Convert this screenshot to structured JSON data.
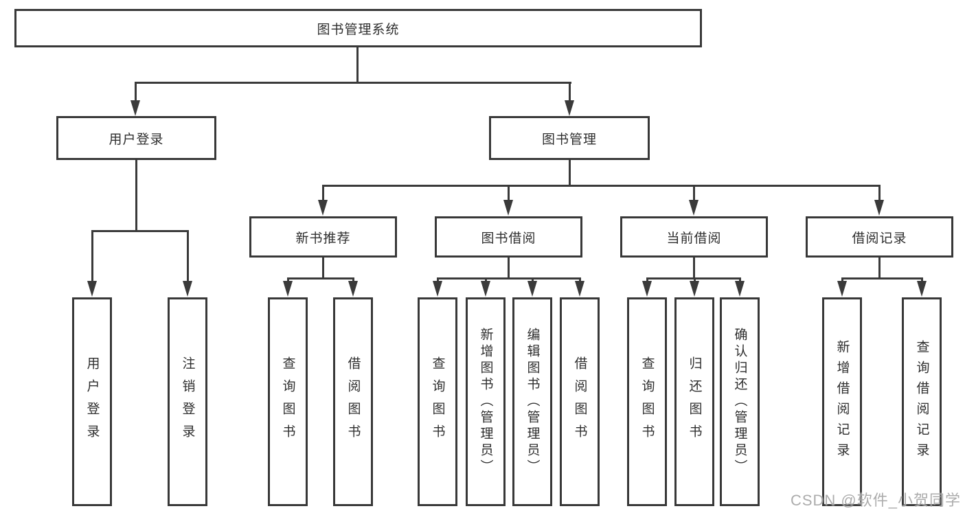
{
  "tree": {
    "label": "图书管理系统",
    "children": [
      {
        "label": "用户登录",
        "children": [
          {
            "label": "用户登录"
          },
          {
            "label": "注销登录"
          }
        ]
      },
      {
        "label": "图书管理",
        "children": [
          {
            "label": "新书推荐",
            "children": [
              {
                "label": "查询图书"
              },
              {
                "label": "借阅图书"
              }
            ]
          },
          {
            "label": "图书借阅",
            "children": [
              {
                "label": "查询图书"
              },
              {
                "label": "新增图书（管理员）"
              },
              {
                "label": "编辑图书（管理员）"
              },
              {
                "label": "借阅图书"
              }
            ]
          },
          {
            "label": "当前借阅",
            "children": [
              {
                "label": "查询图书"
              },
              {
                "label": "归还图书"
              },
              {
                "label": "确认归还（管理员）"
              }
            ]
          },
          {
            "label": "借阅记录",
            "children": [
              {
                "label": "新增借阅记录"
              },
              {
                "label": "查询借阅记录"
              }
            ]
          }
        ]
      }
    ]
  },
  "watermark": {
    "text": "CSDN @软件_小贺同学"
  },
  "colors": {
    "line": "#3a3a3a",
    "box_border": "#383838",
    "text": "#2e2e2e",
    "background": "#ffffff",
    "watermark": "#9e9e9e"
  }
}
